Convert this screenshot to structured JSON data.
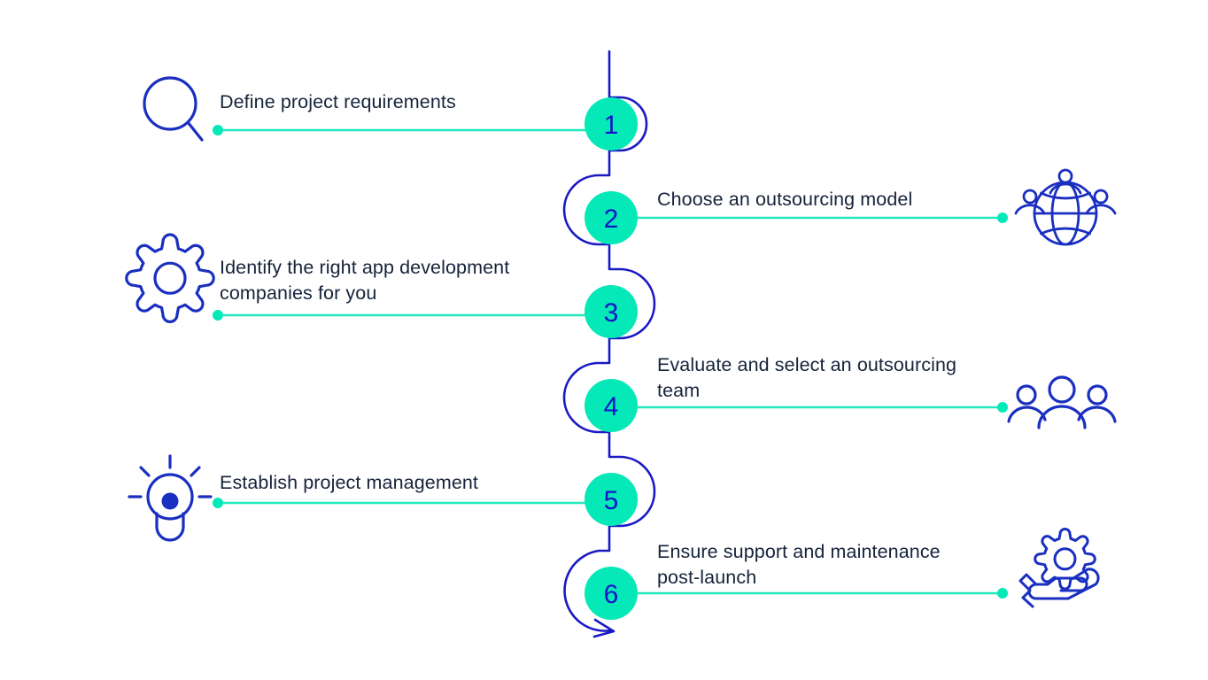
{
  "meta": {
    "title": "App development outsourcing process — 6 steps",
    "background_color": "#ffffff"
  },
  "colors": {
    "spine": "#1a1ac4",
    "circle_fill": "#05e8b8",
    "number_text": "#1414c8",
    "connector_line": "#1fe9bd",
    "connector_dot": "#05e8b8",
    "label_text": "#16233a",
    "icon_stroke": "#1a2fc0"
  },
  "steps": [
    {
      "number": "1",
      "side": "left",
      "label": "Define project requirements",
      "icon": "magnifier-icon"
    },
    {
      "number": "2",
      "side": "right",
      "label": "Choose an outsourcing model",
      "icon": "globe-people-icon"
    },
    {
      "number": "3",
      "side": "left",
      "label": "Identify the right app development\ncompanies for you",
      "icon": "gear-icon"
    },
    {
      "number": "4",
      "side": "right",
      "label": "Evaluate and select an outsourcing\nteam",
      "icon": "three-people-icon"
    },
    {
      "number": "5",
      "side": "left",
      "label": "Establish project management",
      "icon": "lightbulb-icon"
    },
    {
      "number": "6",
      "side": "right",
      "label": "Ensure support and maintenance\npost-launch",
      "icon": "hand-gear-icon"
    }
  ]
}
